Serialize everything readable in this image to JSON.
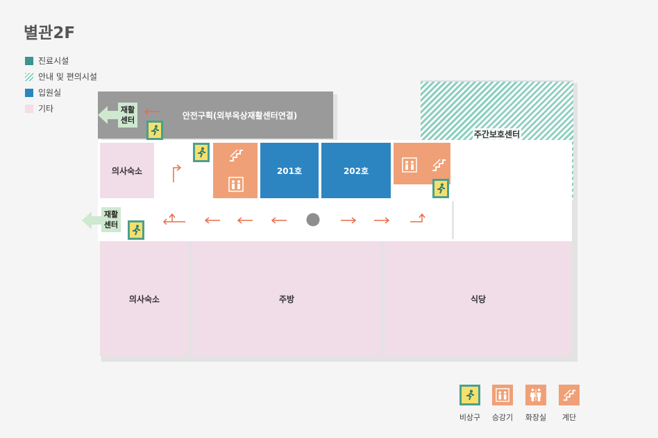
{
  "title": "별관2F",
  "legend": {
    "medical": "진료시설",
    "guide": "안내 및 편의시설",
    "ward": "입원실",
    "etc": "기타"
  },
  "rooms": {
    "safety": "안전구획(외부옥상재활센터연결)",
    "daycare": "주간보호센터",
    "dorm_top": "의사숙소",
    "r201": "201호",
    "r202": "202호",
    "dorm_bottom": "의사숙소",
    "kitchen": "주방",
    "cafeteria": "식당"
  },
  "rehab": {
    "line1": "재활",
    "line2": "센터"
  },
  "keys": {
    "exit": "비상구",
    "elevator": "승강기",
    "restroom": "화장실",
    "stairs": "계단"
  },
  "colors": {
    "medical": "#3a958d",
    "ward": "#2c85c1",
    "etc": "#f1dde7",
    "facility": "#f0a076",
    "exit_bg": "#f6df6c",
    "arrow": "#e86c4c"
  },
  "icons": [
    "exit-icon",
    "elevator-icon",
    "restroom-icon",
    "stairs-icon",
    "arrow-icon",
    "current-location-icon"
  ]
}
